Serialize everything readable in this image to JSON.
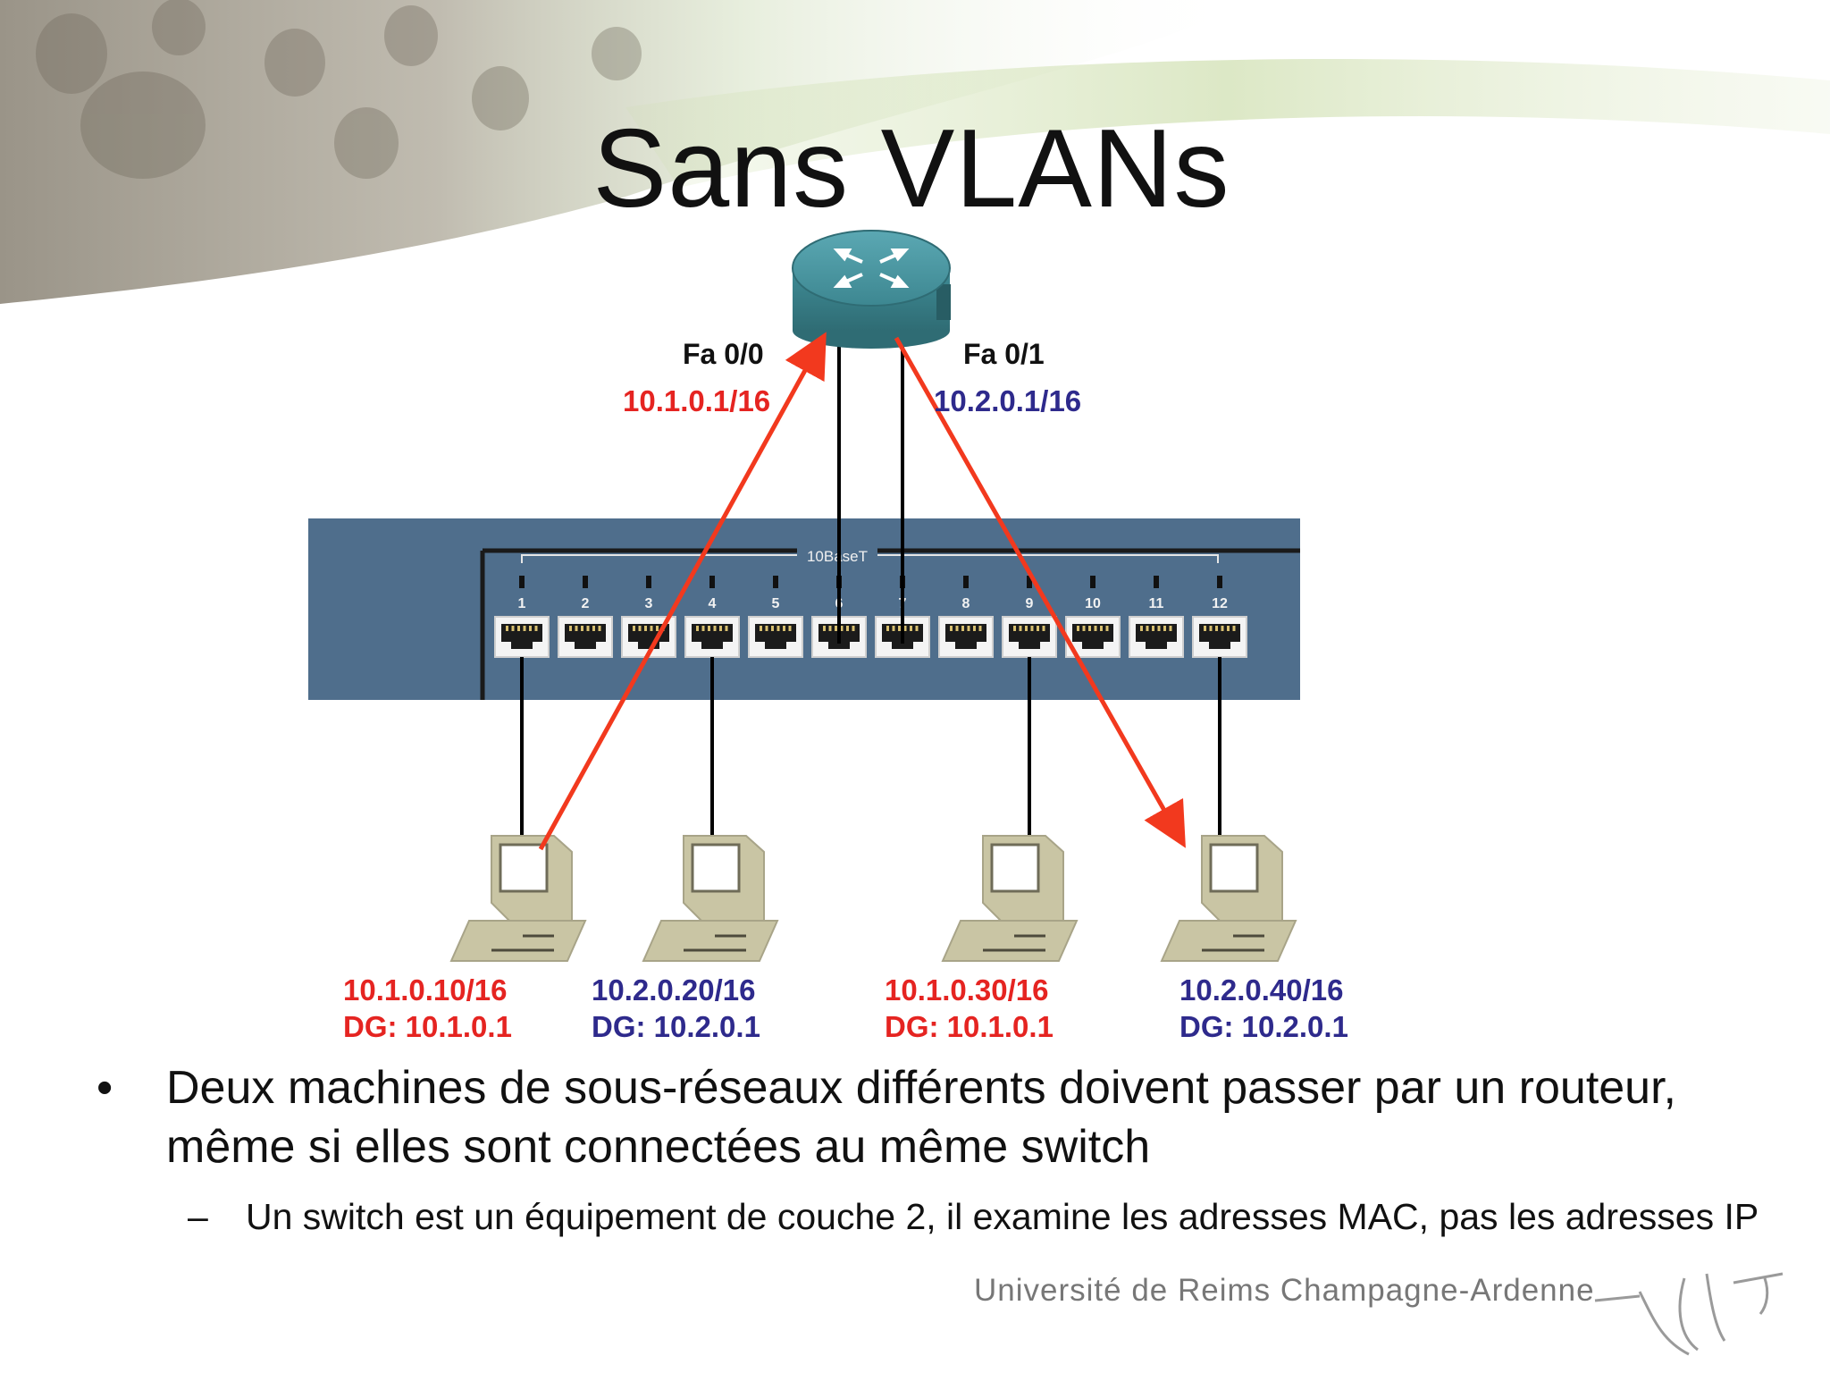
{
  "slide": {
    "title": "Sans VLANs",
    "university": "Université de Reims Champagne-Ardenne"
  },
  "colors": {
    "subnet1": "#e52421",
    "subnet2": "#2e2a8c",
    "switch_body": "#4f6e8c",
    "router_body": "#3e8892",
    "path_arrow": "#f2391e",
    "pc_body": "#c9c5a4"
  },
  "router": {
    "fa00": {
      "name": "Fa 0/0",
      "ip": "10.1.0.1/16"
    },
    "fa01": {
      "name": "Fa 0/1",
      "ip": "10.2.0.1/16"
    }
  },
  "switch": {
    "label": "10BaseT",
    "ports": [
      "1",
      "2",
      "3",
      "4",
      "5",
      "6",
      "7",
      "8",
      "9",
      "10",
      "11",
      "12"
    ]
  },
  "hosts": [
    {
      "ip": "10.1.0.10/16",
      "dg": "DG: 10.1.0.1",
      "subnet": "subnet1"
    },
    {
      "ip": "10.2.0.20/16",
      "dg": "DG: 10.2.0.1",
      "subnet": "subnet2"
    },
    {
      "ip": "10.1.0.30/16",
      "dg": "DG: 10.1.0.1",
      "subnet": "subnet1"
    },
    {
      "ip": "10.2.0.40/16",
      "dg": "DG: 10.2.0.1",
      "subnet": "subnet2"
    }
  ],
  "bullets": [
    {
      "text": "Deux machines de sous-réseaux différents doivent passer par un routeur, même si elles sont connectées au même switch",
      "marker": "•",
      "sub": [
        {
          "text": "Un switch est un équipement de couche 2, il examine les adresses MAC, pas les adresses IP",
          "marker": "–"
        }
      ]
    }
  ]
}
